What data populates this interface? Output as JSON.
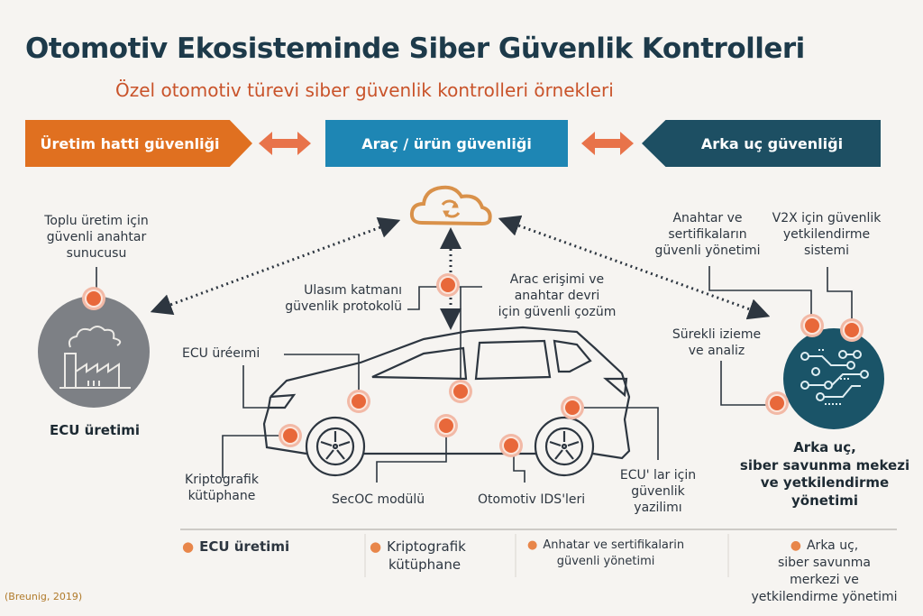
{
  "header": {
    "title": "Otomotiv Ekosisteminde Siber Güvenlik Kontrolleri",
    "subtitle": "Özel otomotiv türevi siber güvenlik kontrolleri örnekleri"
  },
  "banners": [
    {
      "label": "Üretim hatti güvenliği",
      "color": "#e07020"
    },
    {
      "label": "Araç / ürün güvenliği",
      "color": "#1e86b4"
    },
    {
      "label": "Arka uç güvenliği",
      "color": "#1d4f63"
    }
  ],
  "left_node": {
    "annotation": [
      "Toplu üretim için",
      "güvenli anahtar",
      "sunucusu"
    ],
    "title": "ECU üretimi",
    "icon": "factory-icon"
  },
  "right_node": {
    "annotation_keys": [
      "Anahtar ve",
      "sertifikaların",
      "güvenli yönetimi"
    ],
    "annotation_v2x": [
      "V2X için güvenlik",
      "yetkilendirme",
      "sistemi"
    ],
    "annotation_monitor": [
      "Sürekli izieme",
      "ve analiz"
    ],
    "title": [
      "Arka uç,",
      "siber savunma mekezi",
      "ve yetkilendirme",
      "yönetimi"
    ],
    "icon": "circuit-icon"
  },
  "cloud_icon": "cloud-sync-icon",
  "vehicle_labels": {
    "transport": [
      "Ulasım katmanı",
      "güvenlik protokolü"
    ],
    "access": [
      "Arac erişimi ve",
      "anahtar devri",
      "için güvenli çozüm"
    ],
    "ecu": "ECU üréeımi",
    "crypto": [
      "Kriptografik",
      "kütüphane"
    ],
    "secoc": "SecOC modülü",
    "ids": "Otomotiv IDS'leri",
    "ecu_sw": [
      "ECU' lar için",
      "güvenlik",
      "yazilimı"
    ]
  },
  "bottom_row": [
    [
      "ECU üretimi"
    ],
    [
      "Kriptografik",
      "kütüphane"
    ],
    [
      "Anhatar ve sertifikalarin",
      "güvenli yönetimi"
    ],
    [
      "Arka uç,",
      "siber savunma",
      "merkezi ve",
      "yetkilendirme yönetimi"
    ]
  ],
  "citation": "(Breunig, 2019)",
  "colors": {
    "accent": "#e8683a",
    "navy": "#1d3a4a",
    "teal": "#1a5468",
    "gray": "#7d8085"
  }
}
